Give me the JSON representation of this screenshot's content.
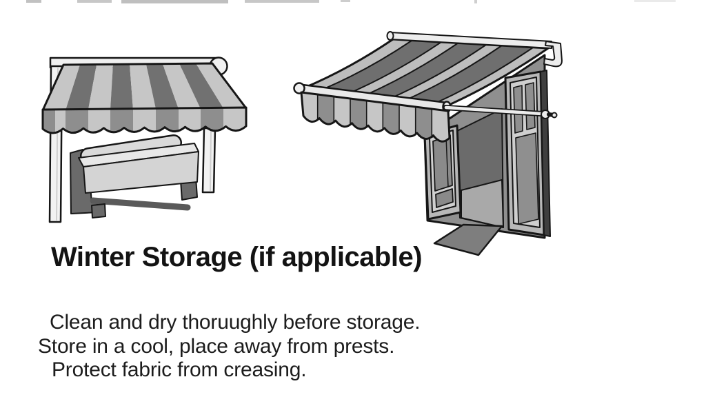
{
  "heading": {
    "text": "Winter Storage (if applicable)"
  },
  "instructions": {
    "lines": [
      "Clean and dry thoruughly before storage.",
      "Store in a cool, place away from prests.",
      "Protect fabric from creasing."
    ]
  },
  "illustrations": {
    "left": {
      "name": "striped awning sheltering a covered bench"
    },
    "right": {
      "name": "door awning with scalloped valance and support rod"
    }
  },
  "colors": {
    "background": "#ffffff",
    "canopy_stripe_dark": "#717171",
    "canopy_stripe_light": "#c6c6c6",
    "valance_stripe_dark": "#8e8e8e",
    "valance_stripe_light": "#c6c6c6",
    "frame_white": "#f0f0f0",
    "bench_frame": "#6a6a6a",
    "cushion_light": "#e2e2e2",
    "wall_gray": "#8f8f8f",
    "opening_dark": "#6b6b6b",
    "mat_gray": "#7e7e7e",
    "outline": "#161616",
    "text": "#131313"
  }
}
